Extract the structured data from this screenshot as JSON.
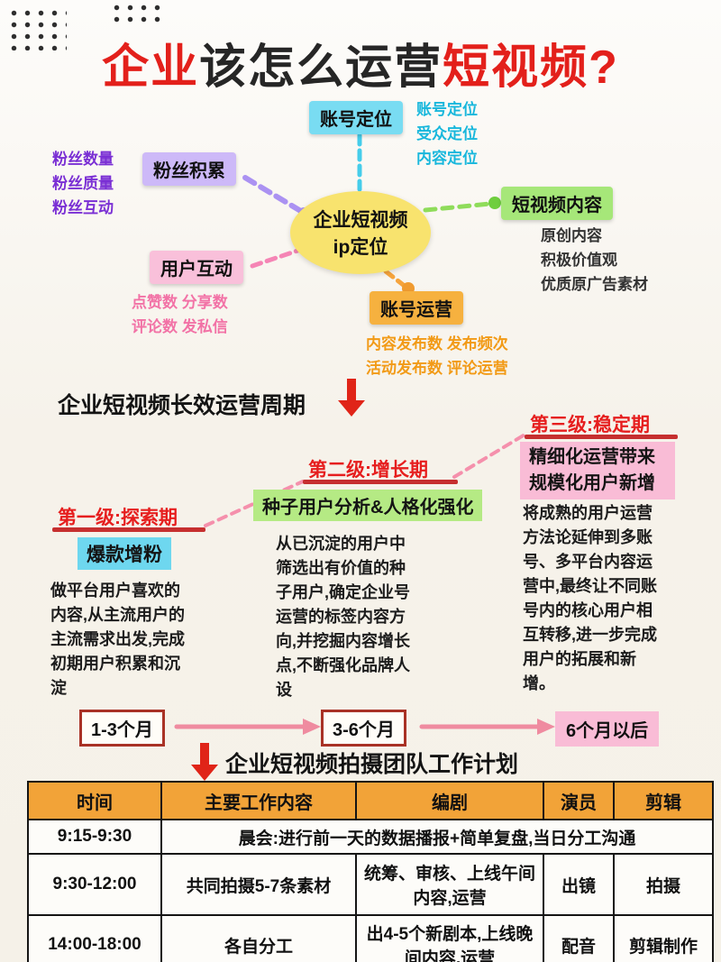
{
  "title": {
    "part1": "企业",
    "part2": "该怎么运营",
    "part3": "短视频?"
  },
  "mindmap": {
    "center": {
      "line1": "企业短视频",
      "line2": "ip定位"
    },
    "account_positioning": {
      "label": "账号定位",
      "items": [
        "账号定位",
        "受众定位",
        "内容定位"
      ]
    },
    "fan_accumulation": {
      "label": "粉丝积累",
      "items": [
        "粉丝数量",
        "粉丝质量",
        "粉丝互动"
      ]
    },
    "video_content": {
      "label": "短视频内容",
      "items": [
        "原创内容",
        "积极价值观",
        "优质原广告素材"
      ]
    },
    "user_interaction": {
      "label": "用户互动",
      "items": [
        "点赞数 分享数",
        "评论数 发私信"
      ]
    },
    "account_operation": {
      "label": "账号运营",
      "items": [
        "内容发布数 发布频次",
        "活动发布数 评论运营"
      ]
    }
  },
  "cycle": {
    "title": "企业短视频长效运营周期",
    "stages": [
      {
        "header": "第一级:探索期",
        "highlight": "爆款增粉",
        "body": "做平台用户喜欢的内容,从主流用户的主流需求出发,完成初期用户积累和沉淀"
      },
      {
        "header": "第二级:增长期",
        "highlight": "种子用户分析&人格化强化",
        "body": "从已沉淀的用户中筛选出有价值的种子用户,确定企业号运营的标签内容方向,并挖掘内容增长点,不断强化品牌人设"
      },
      {
        "header": "第三级:稳定期",
        "highlight": "精细化运营带来规模化用户新增",
        "body": "将成熟的用户运营方法论延伸到多账号、多平台内容运营中,最终让不同账号内的核心用户相互转移,进一步完成用户的拓展和新增。"
      }
    ],
    "timeline": [
      "1-3个月",
      "3-6个月",
      "6个月以后"
    ]
  },
  "plan": {
    "title": "企业短视频拍摄团队工作计划",
    "table": {
      "headers": [
        "时间",
        "主要工作内容",
        "编剧",
        "演员",
        "剪辑"
      ],
      "rows": [
        {
          "time": "9:15-9:30",
          "merged": "晨会:进行前一天的数据播报+简单复盘,当日分工沟通"
        },
        {
          "time": "9:30-12:00",
          "content": "共同拍摄5-7条素材",
          "script": "统筹、审核、上线午间内容,运营",
          "actor": "出镜",
          "edit": "拍摄"
        },
        {
          "time": "14:00-18:00",
          "content": "各自分工",
          "script": "出4-5个新剧本,上线晚间内容,运营",
          "actor": "配音",
          "edit": "剪辑制作"
        }
      ]
    }
  },
  "colors": {
    "accent_red": "#e3201b",
    "cyan": "#79dcf2",
    "purple": "#cdb9f8",
    "green": "#a6e779",
    "pink": "#f9c0da",
    "orange": "#f6b13f",
    "center_yellow": "#f8e36e",
    "table_header": "#f2a338",
    "underline_red": "#c62f2f",
    "pink_arrow": "#ef8ba0"
  }
}
